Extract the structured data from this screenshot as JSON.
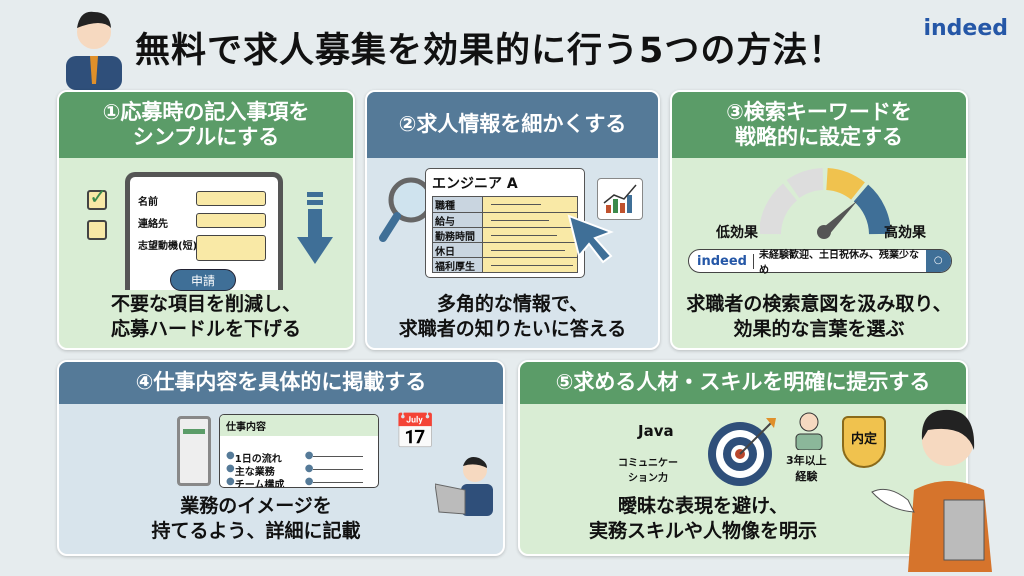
{
  "header": {
    "title": "無料で求人募集を効果的に行う5つの方法！",
    "logo": "indeed"
  },
  "cards": [
    {
      "title": [
        "①応募時の記入事項を",
        "シンプルにする"
      ],
      "fields": [
        "名前",
        "連絡先",
        "志望動機(短)"
      ],
      "button": "申請",
      "caption": [
        "不要な項目を削減し、",
        "応募ハードルを下げる"
      ]
    },
    {
      "title": [
        "②求人情報を細かくする"
      ],
      "doc_title": "エンジニア A",
      "rows": [
        "職種",
        "給与",
        "勤務時間",
        "休日",
        "福利厚生"
      ],
      "caption": [
        "多角的な情報で、",
        "求職者の知りたいに答える"
      ]
    },
    {
      "title": [
        "③検索キーワードを",
        "戦略的に設定する"
      ],
      "low": "低効果",
      "high": "高効果",
      "search_logo": "indeed",
      "search_text": "未経験歓迎、土日祝休み、残業少なめ",
      "caption": [
        "求職者の検索意図を汲み取り、",
        "効果的な言葉を選ぶ"
      ]
    },
    {
      "title": [
        "④仕事内容を具体的に掲載する"
      ],
      "doc_title": "仕事内容",
      "items": [
        "1日の流れ",
        "主な業務",
        "チーム構成"
      ],
      "caption": [
        "業務のイメージを",
        "持てるよう、詳細に記載"
      ]
    },
    {
      "title": [
        "⑤求める人材・スキルを明確に提示する"
      ],
      "skills": [
        "Java",
        "コミュニケー\nション力",
        "3年以上\n経験"
      ],
      "badge": "内定",
      "caption": [
        "曖昧な表現を避け、",
        "実務スキルや人物像を明示"
      ]
    }
  ],
  "colors": {
    "green": "#5b9c68",
    "blue": "#557a98",
    "indeed": "#2557a7"
  }
}
